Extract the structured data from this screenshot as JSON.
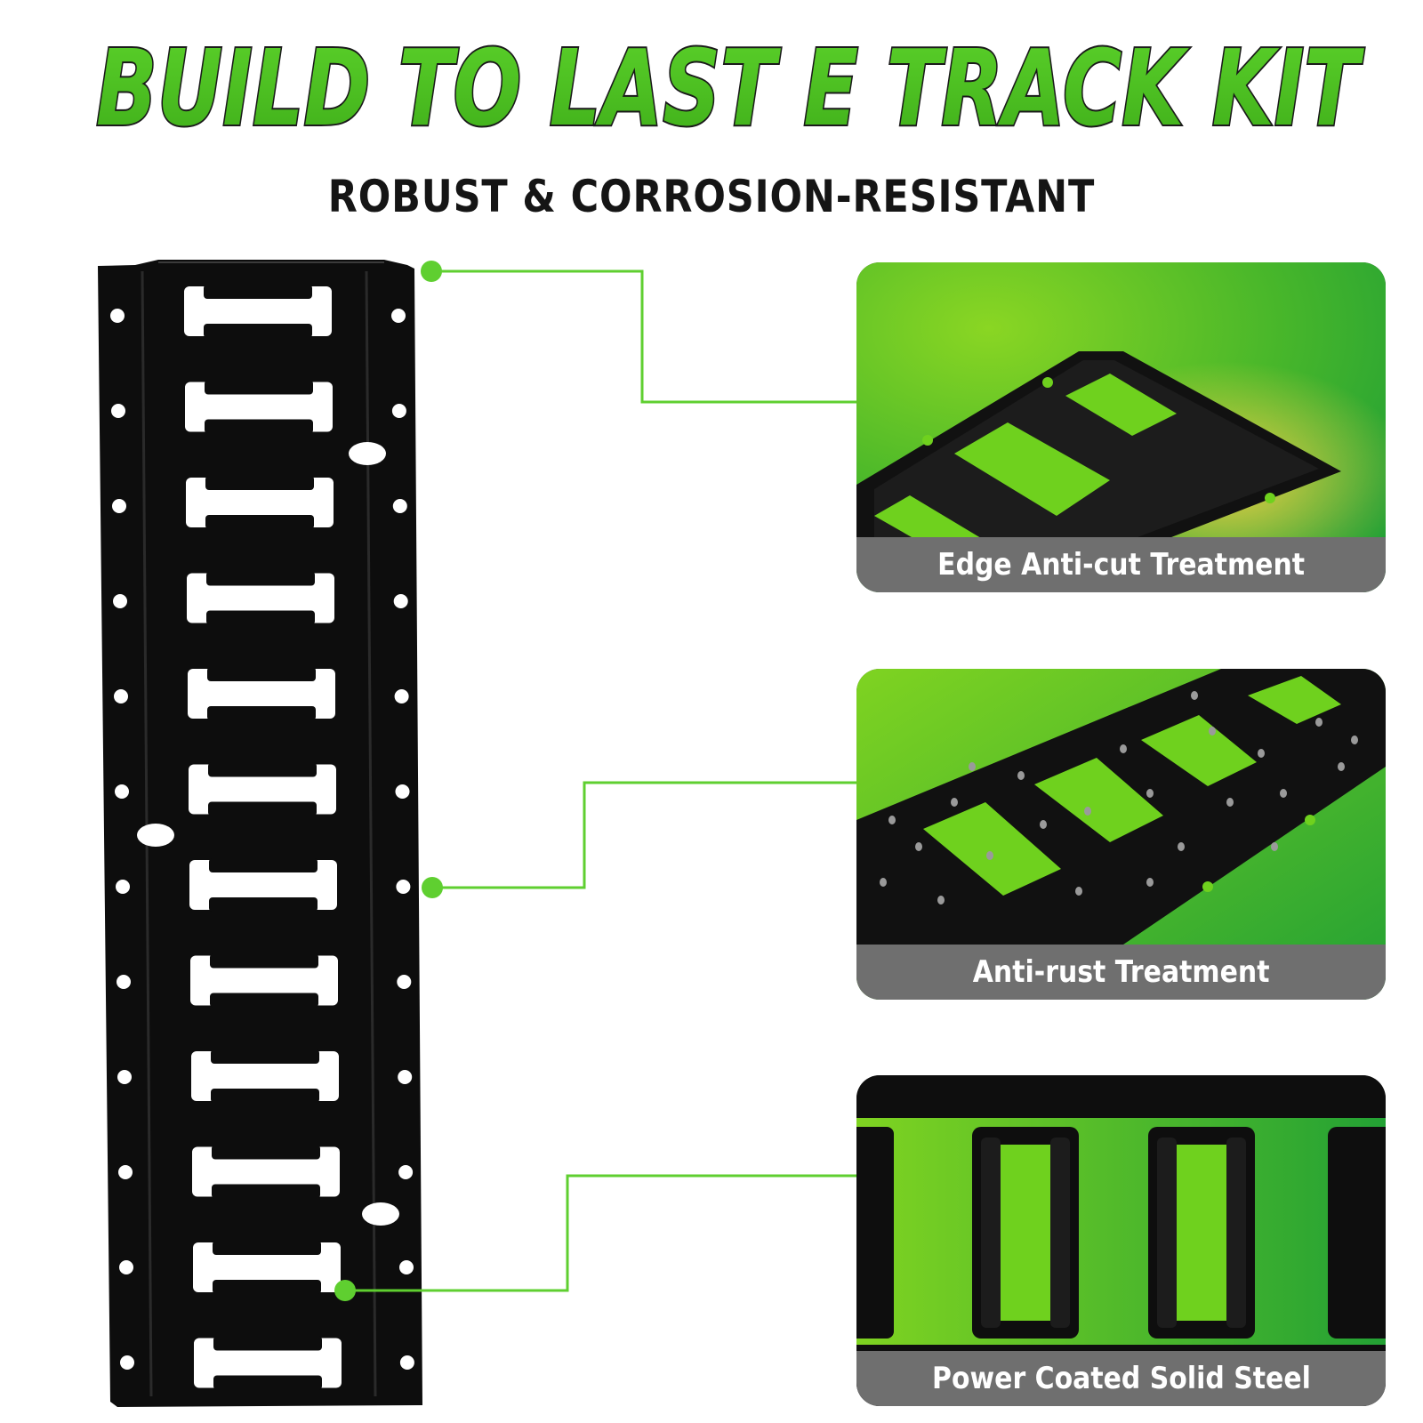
{
  "headline": {
    "title": "BUILD TO LAST E TRACK KIT",
    "fill_color": "#4cc320",
    "outline_color": "#1a1a1a"
  },
  "subtitle": "ROBUST & CORROSION-RESISTANT",
  "track": {
    "color": "#101010",
    "slot_count": 12,
    "slot_color": "#ffffff"
  },
  "connector_color": "#5fcf30",
  "features": [
    {
      "caption": "Edge Anti-cut Treatment",
      "icon": "track-edge-closeup"
    },
    {
      "caption": "Anti-rust Treatment",
      "icon": "track-water-droplets"
    },
    {
      "caption": "Power Coated Solid Steel",
      "icon": "track-slots-closeup"
    }
  ],
  "panel_colors": {
    "green_light": "#7fd321",
    "green_dark": "#22a132",
    "caption_bar": "#6f6f6f"
  }
}
